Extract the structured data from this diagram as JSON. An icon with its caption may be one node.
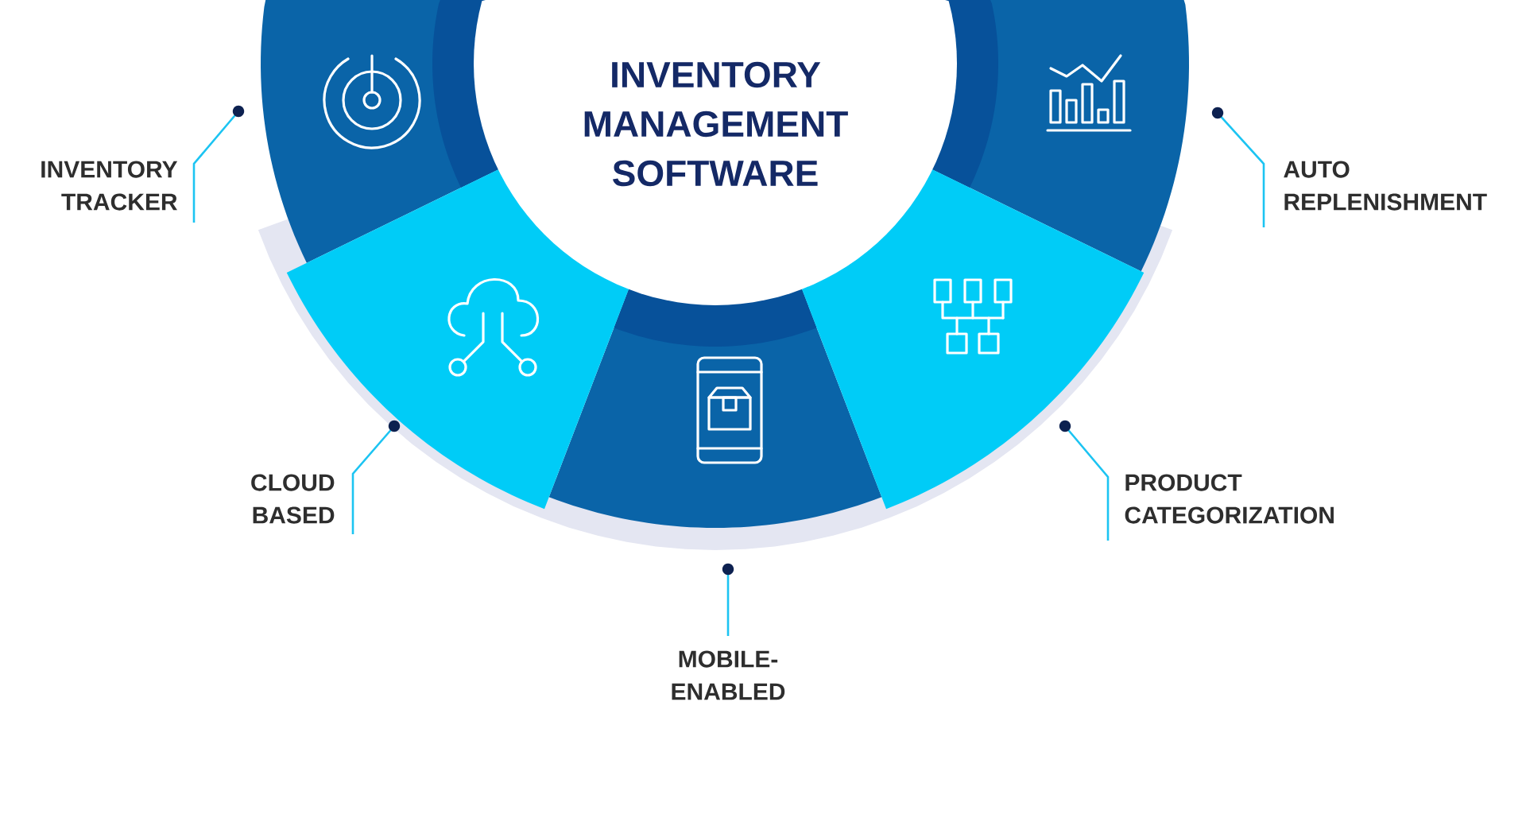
{
  "diagram": {
    "nodes": [
      {
        "text": [
          "INVENTORY MANAGEMENT SOFTWARE"
        ]
      },
      {
        "text": [],
        "shape": "sector"
      },
      {
        "text": [],
        "shape": "sector"
      },
      {
        "text": [],
        "shape": "sector"
      },
      {
        "text": [],
        "shape": "sector"
      },
      {
        "text": [],
        "shape": "sector"
      },
      {
        "text": [
          "INVENTORY TRACKER"
        ]
      },
      {
        "text": [
          "AUTO REPLENISHMENT"
        ]
      },
      {
        "text": [
          "CLOUD BASED"
        ]
      },
      {
        "text": [
          "PRODUCT CATEGORIZATION"
        ]
      },
      {
        "text": [
          "MOBILE-ENABLED"
        ]
      }
    ],
    "edges": [
      {
        "from": 6,
        "to": 1,
        "arrow": "other"
      },
      {
        "from": 7,
        "to": 2,
        "arrow": "other"
      },
      {
        "from": 8,
        "to": 3,
        "arrow": "other"
      },
      {
        "from": 9,
        "to": 4,
        "arrow": "other"
      },
      {
        "from": 10,
        "to": 5,
        "arrow": "other"
      }
    ]
  }
}
